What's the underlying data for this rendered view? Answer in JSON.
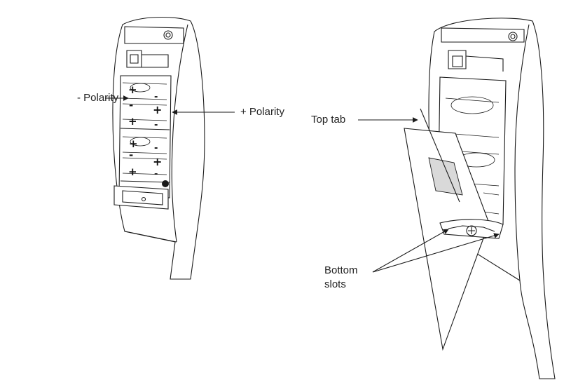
{
  "labels": {
    "negative_polarity": "- Polarity",
    "positive_polarity": "+ Polarity",
    "top_tab": "Top tab",
    "bottom_slots_line1": "Bottom",
    "bottom_slots_line2": "slots"
  },
  "colors": {
    "line": "#1a1a1a",
    "cover_shade": "#d9d9d9",
    "background": "#ffffff"
  }
}
